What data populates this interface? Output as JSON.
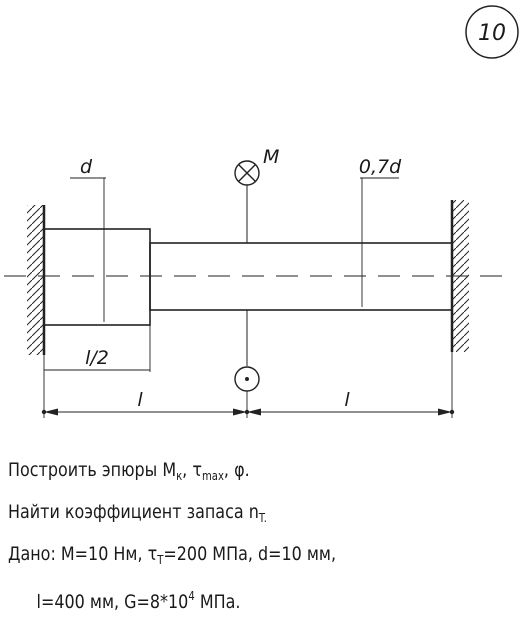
{
  "badge": {
    "number": "10"
  },
  "labels": {
    "diameter_left": "d",
    "diameter_right": "0,7d",
    "moment": "M",
    "half_length": "l/2",
    "length_left": "l",
    "length_right": "l"
  },
  "task": {
    "line1": {
      "prefix": "Построить эпюры M",
      "sub1": "к",
      "mid": ", τ",
      "sub2": "max",
      "suffix": ", φ."
    },
    "line2": {
      "prefix": "Найти коэффициент запаса n",
      "sub": "T."
    },
    "line3": {
      "prefix": "Дано: M=10 Нм, τ",
      "sub": "T",
      "suffix": "=200 МПа, d=10 мм,"
    },
    "line4": {
      "prefix": "l=400 мм, G=8*10",
      "sup": "4",
      "suffix": " МПа."
    }
  }
}
